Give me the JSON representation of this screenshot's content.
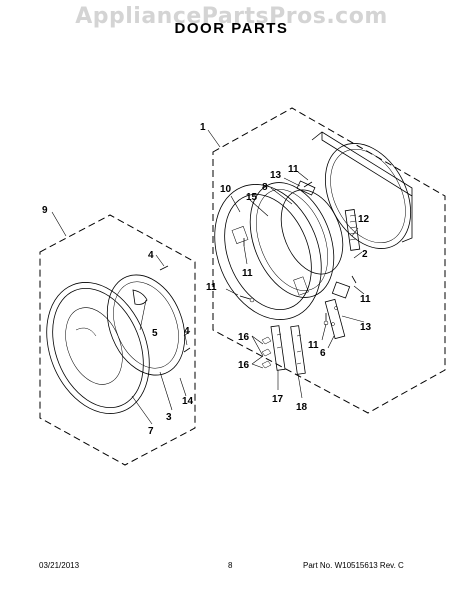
{
  "watermark": "AppliancePartsPros.com",
  "title": "DOOR PARTS",
  "footer": {
    "date": "03/21/2013",
    "page": "8",
    "part_number": "Part No. W10515613  Rev. C"
  },
  "callouts": {
    "c1": "1",
    "c2": "2",
    "c3": "3",
    "c4a": "4",
    "c4b": "4",
    "c5": "5",
    "c6": "6",
    "c7": "7",
    "c8": "8",
    "c9": "9",
    "c10": "10",
    "c11a": "11",
    "c11b": "11",
    "c11c": "11",
    "c11d": "11",
    "c11e": "11",
    "c12": "12",
    "c13a": "13",
    "c13b": "13",
    "c14": "14",
    "c15": "15",
    "c16a": "16",
    "c16b": "16",
    "c17": "17",
    "c18": "18"
  }
}
